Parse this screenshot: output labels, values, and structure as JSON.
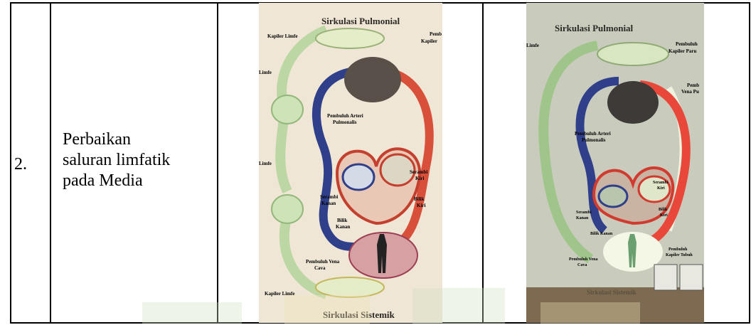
{
  "row": {
    "number": "2.",
    "description_lines": [
      "Perbaikan",
      "saluran limfatik",
      "pada Media"
    ]
  },
  "photo_left": {
    "title_top": "Sirkulasi Pulmonial",
    "title_bottom": "Sirkulasi Sistemik",
    "labels": {
      "kapiler_limfe_top": "Kapiler Limfe",
      "kapiler_limfe_bottom": "Kapiler Limfe",
      "limfe_1": "Limfe",
      "limfe_2": "Limfe",
      "pembuluh_arteri_1": "Pembuluh Arteri",
      "pembuluh_arteri_2": "Pulmonalis",
      "serambi_kanan_1": "Serambi",
      "serambi_kanan_2": "Kanan",
      "serambi_kiri_1": "Serambi",
      "serambi_kiri_2": "Kiri",
      "bilik_kiri_1": "Bilik",
      "bilik_kiri_2": "Kiri",
      "bilik_kanan_1": "Bilik",
      "bilik_kanan_2": "Kanan",
      "pembuluh_vena_1": "Pembuluh Vena",
      "pembuluh_vena_2": "Cava",
      "pemb_top": "Pemb",
      "kapiler_top": "Kapiler"
    }
  },
  "photo_right": {
    "title_top": "Sirkulasi Pulmonial",
    "title_bottom": "Sirkulasi Sistemik",
    "labels": {
      "limfe": "Limfe",
      "pembuluh_top_1": "Pembuluh",
      "pembuluh_top_2": "Kapiler Paru",
      "pemb_right_1": "Pemb",
      "pemb_right_2": "Vena Pu",
      "pembuluh_arteri_1": "Pembuluh Arteri",
      "pembuluh_arteri_2": "Pulmonalis",
      "serambi_kiri_1": "Serambi",
      "serambi_kiri_2": "Kiri",
      "serambi_kanan_1": "Serambi",
      "serambi_kanan_2": "Kanan",
      "bilik_kiri_1": "Bilik",
      "bilik_kiri_2": "Kiri",
      "bilik_kanan": "Bilik Kanan",
      "pembuluh_vena_1": "Pembuluh Vena",
      "pembuluh_vena_2": "Cava",
      "pembuluh_kapiler_1": "Pembuluh",
      "pembuluh_kapiler_2": "Kapiler Tubuh"
    }
  },
  "colors": {
    "artery_red": "#d8503a",
    "vein_blue": "#2f3f8a",
    "lymph_green": "#b9d9a0",
    "board_left": "#efe6d6",
    "board_right": "#c9cbbd"
  }
}
